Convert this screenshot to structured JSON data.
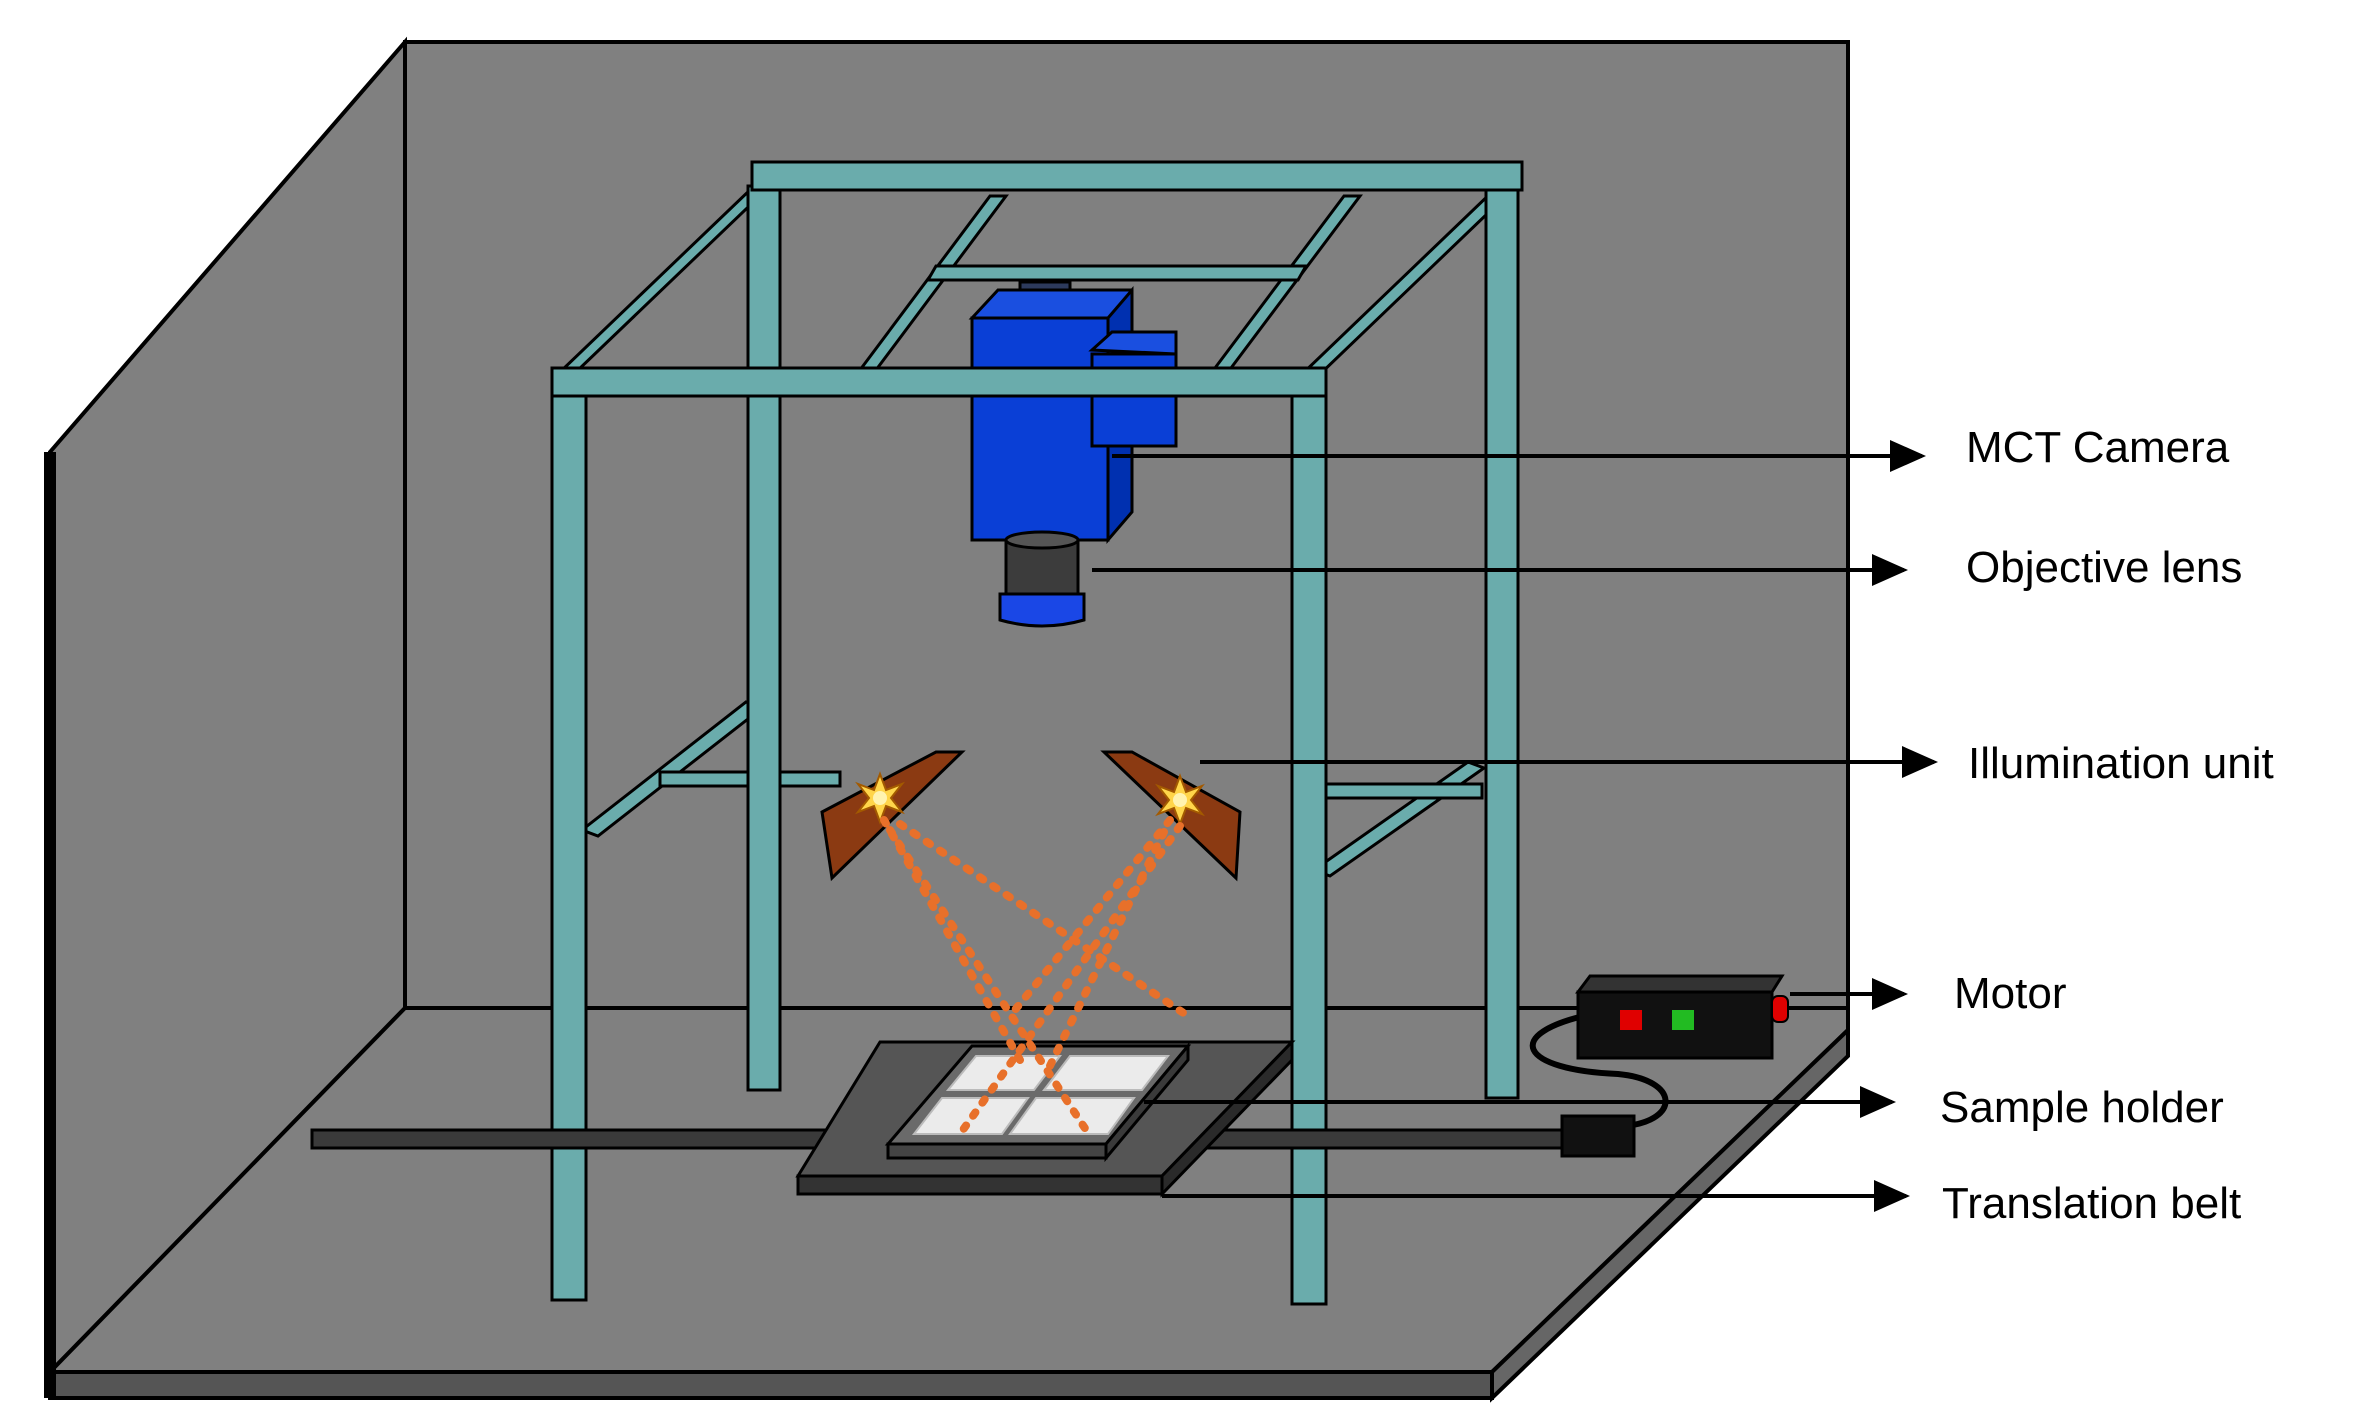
{
  "colors": {
    "enclosure": "#808080",
    "frame": "#6aacac",
    "camera": "#0a3fd6",
    "lens": "#3c3c3c",
    "lens_ring": "#1a47e6",
    "lamp": "#8b3a12",
    "light": "#e8702a",
    "base_plate": "#555555",
    "holder": "#6a6a6a",
    "sample": "#ebebeb",
    "motor_body": "#111111",
    "led_red": "#e00000",
    "led_green": "#22bb22"
  },
  "callouts": [
    {
      "id": "mct-camera",
      "label": "MCT Camera"
    },
    {
      "id": "objective-lens",
      "label": "Objective lens"
    },
    {
      "id": "illumination-unit",
      "label": "Illumination unit"
    },
    {
      "id": "motor",
      "label": "Motor"
    },
    {
      "id": "sample-holder",
      "label": "Sample holder"
    },
    {
      "id": "translation-belt",
      "label": "Translation belt"
    }
  ]
}
